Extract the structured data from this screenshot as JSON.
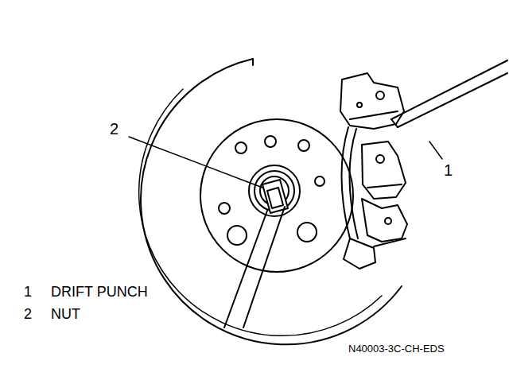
{
  "diagram": {
    "labels": [
      "2",
      "1",
      "1",
      "DRIFT PUNCH",
      "2",
      "NUT",
      "N40003-3C-CH-EDS"
    ]
  }
}
